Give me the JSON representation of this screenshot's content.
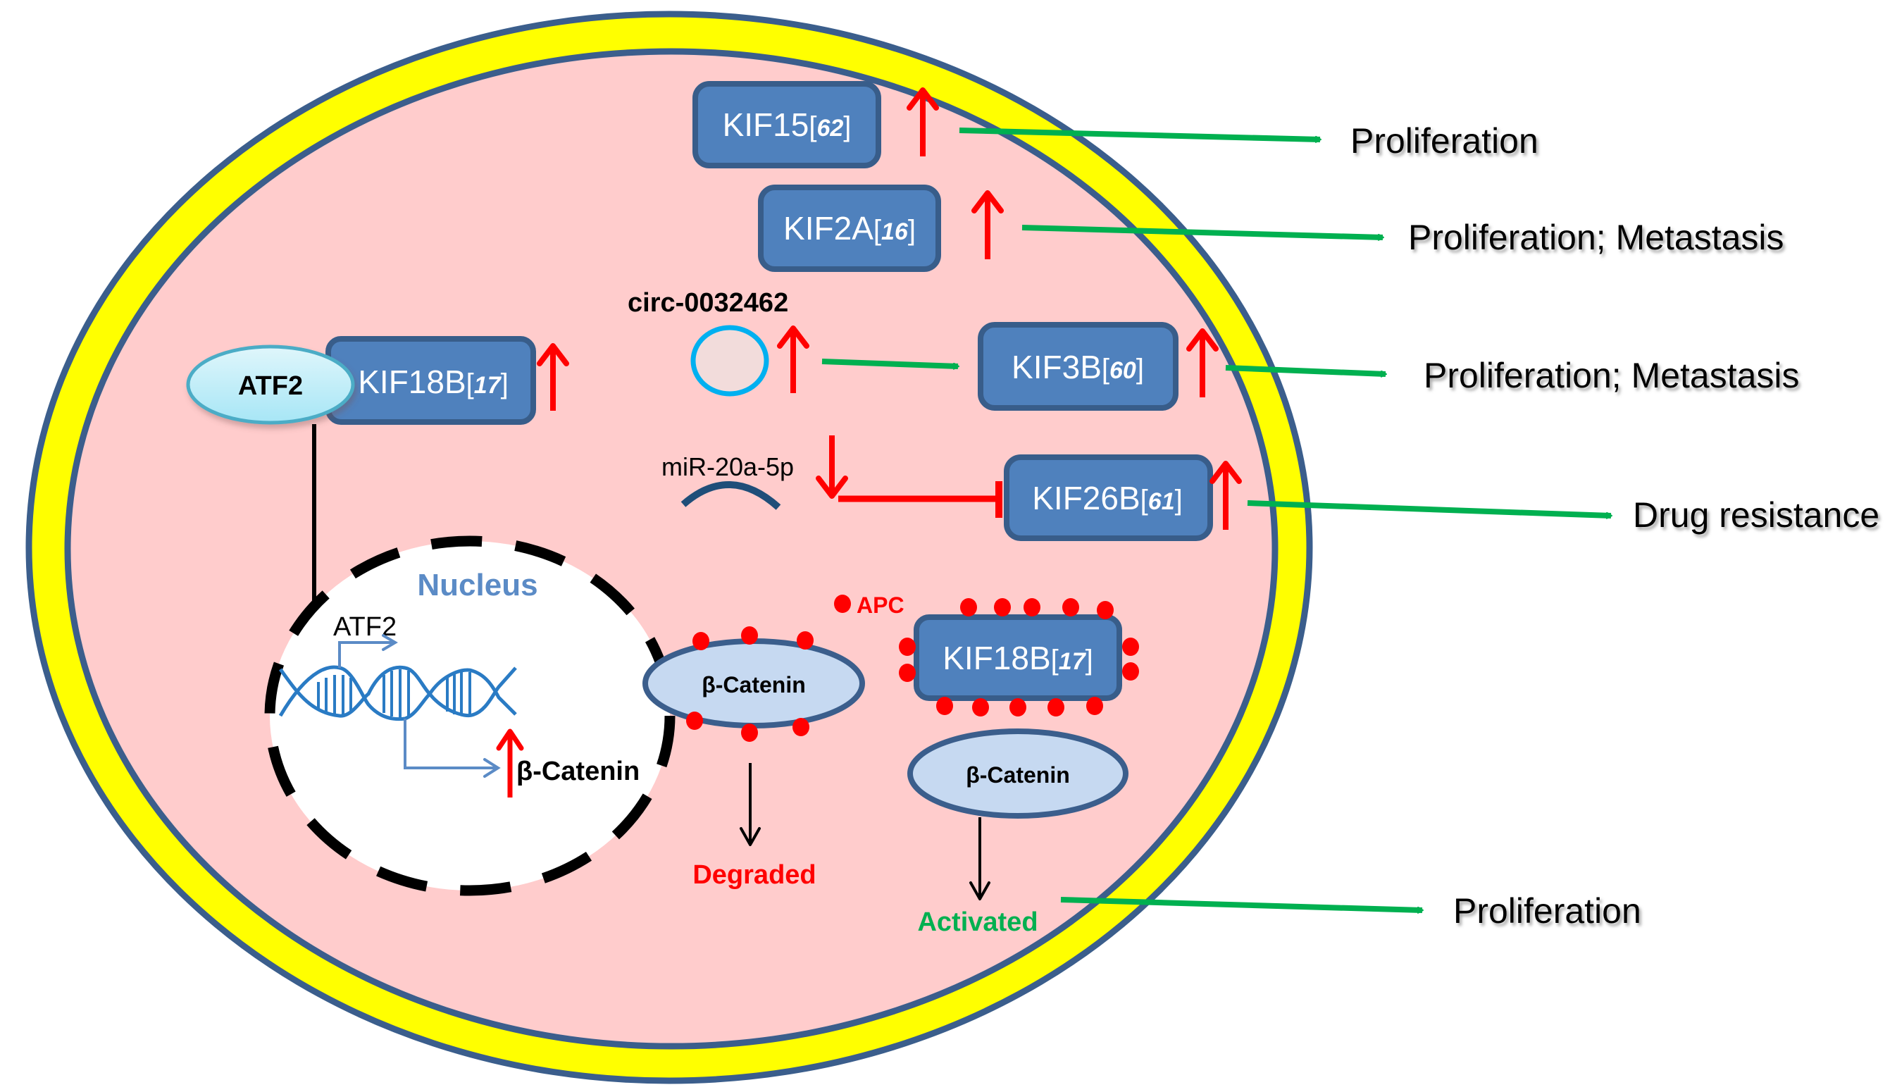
{
  "figure": {
    "title": "KIF family members in cell signaling (diagram)",
    "colors": {
      "membrane_outer": "#ffff00",
      "membrane_border": "#3b5e8c",
      "cytoplasm": "#ffcccc",
      "kif_box_fill": "#4f81bd",
      "kif_box_border": "#385d8a",
      "upregulation_arrow": "#ff0000",
      "promotion_arrow": "#00b050",
      "apc_dot": "#ff0000",
      "catenin_fill": "#c6d9f1",
      "atf2_fill": "#b7e9f7",
      "circ_border": "#00b0f0",
      "dna": "#2a7bc4"
    }
  },
  "nodes": {
    "kif15": {
      "name": "KIF15",
      "ref": "62"
    },
    "kif2a": {
      "name": "KIF2A",
      "ref": "16"
    },
    "kif18b_top": {
      "name": "KIF18B",
      "ref": "17"
    },
    "kif3b": {
      "name": "KIF3B",
      "ref": "60"
    },
    "kif26b": {
      "name": "KIF26B",
      "ref": "61"
    },
    "kif18b_bottom": {
      "name": "KIF18B",
      "ref": "17"
    },
    "atf2": "ATF2",
    "circ": "circ-0032462",
    "mir": "miR-20a-5p",
    "nucleus": "Nucleus",
    "atf2_gene": "ATF2",
    "beta_catenin_gene": "β-Catenin",
    "beta_catenin_degraded": "β-Catenin",
    "beta_catenin_activated": "β-Catenin",
    "apc": "APC",
    "degraded": "Degraded",
    "activated": "Activated"
  },
  "outcomes": [
    {
      "source": "KIF15",
      "label": "Proliferation"
    },
    {
      "source": "KIF2A",
      "label": "Proliferation; Metastasis"
    },
    {
      "source": "KIF3B",
      "label": "Proliferation; Metastasis"
    },
    {
      "source": "KIF26B",
      "label": "Drug resistance"
    },
    {
      "source": "β-Catenin activated",
      "label": "Proliferation"
    }
  ],
  "bracket_open": "[",
  "bracket_close": "]"
}
